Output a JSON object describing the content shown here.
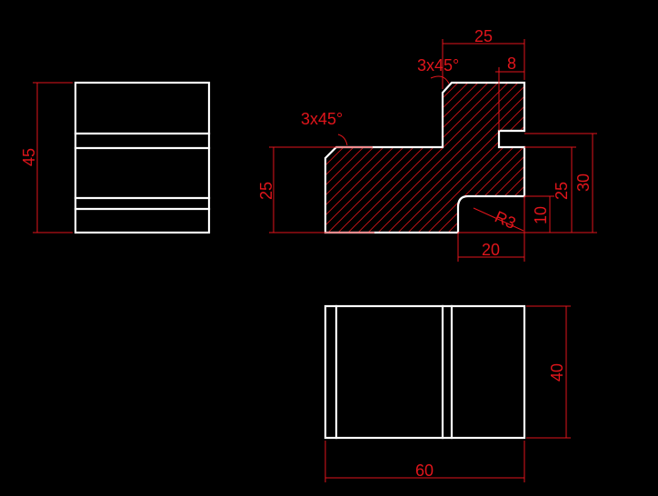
{
  "colors": {
    "background": "#000000",
    "object_lines": "#ffffff",
    "dimensions": "#e0151b"
  },
  "dimensions": {
    "left_height": "45",
    "top_width": "25",
    "top_notch": "8",
    "chamfer_top": "3x45°",
    "chamfer_left": "3x45°",
    "front_left_height": "25",
    "right_25": "25",
    "right_30": "30",
    "right_10": "10",
    "fillet_radius": "R3",
    "bottom_20": "20",
    "plan_depth": "40",
    "overall_width": "60"
  }
}
